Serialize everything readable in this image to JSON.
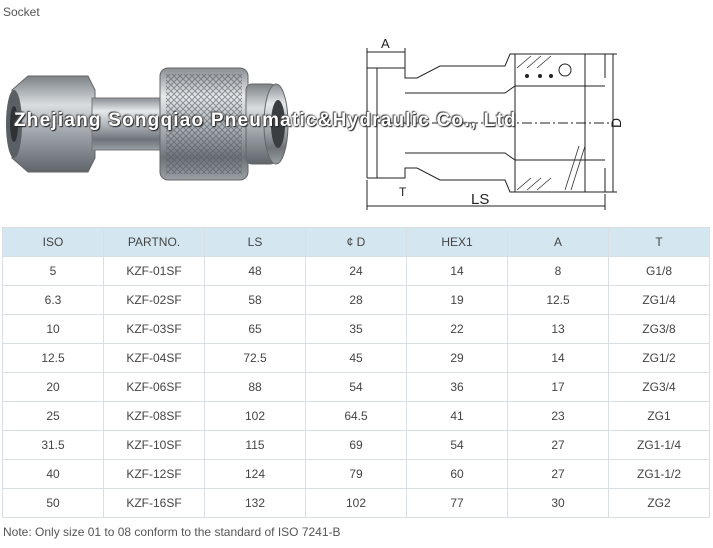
{
  "caption": "Socket",
  "watermark": "Zhejiang Songqiao Pneumatic&Hydraulic Co., Ltd",
  "drawing": {
    "label_a": "A",
    "label_ls": "LS",
    "label_d": "D",
    "label_t": "T"
  },
  "table": {
    "headers": [
      "ISO",
      "PARTNO.",
      "LS",
      "¢ D",
      "HEX1",
      "A",
      "T"
    ],
    "rows": [
      [
        "5",
        "KZF-01SF",
        "48",
        "24",
        "14",
        "8",
        "G1/8"
      ],
      [
        "6.3",
        "KZF-02SF",
        "58",
        "28",
        "19",
        "12.5",
        "ZG1/4"
      ],
      [
        "10",
        "KZF-03SF",
        "65",
        "35",
        "22",
        "13",
        "ZG3/8"
      ],
      [
        "12.5",
        "KZF-04SF",
        "72.5",
        "45",
        "29",
        "14",
        "ZG1/2"
      ],
      [
        "20",
        "KZF-06SF",
        "88",
        "54",
        "36",
        "17",
        "ZG3/4"
      ],
      [
        "25",
        "KZF-08SF",
        "102",
        "64.5",
        "41",
        "23",
        "ZG1"
      ],
      [
        "31.5",
        "KZF-10SF",
        "115",
        "69",
        "54",
        "27",
        "ZG1-1/4"
      ],
      [
        "40",
        "KZF-12SF",
        "124",
        "79",
        "60",
        "27",
        "ZG1-1/2"
      ],
      [
        "50",
        "KZF-16SF",
        "132",
        "102",
        "77",
        "30",
        "ZG2"
      ]
    ]
  },
  "note": "Note: Only size 01 to 08 conform to the standard of ISO 7241-B"
}
